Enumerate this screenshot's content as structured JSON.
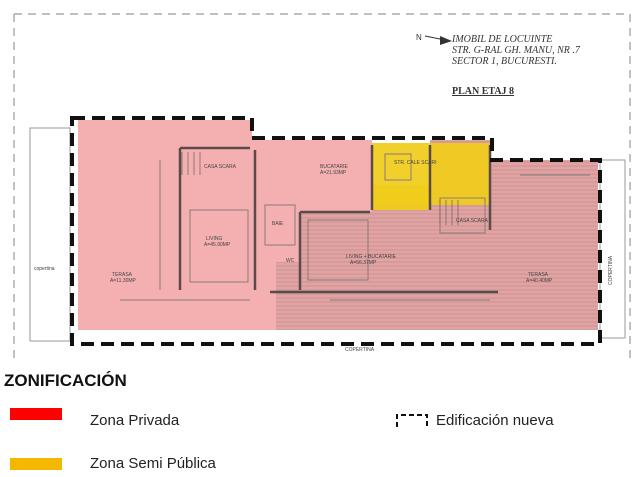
{
  "title_block": {
    "line1": "IMOBIL  DE  LOCUINTE",
    "line2": "STR. G-RAL GH. MANU, NR .7",
    "line3": "SECTOR 1, BUCURESTI."
  },
  "plan_title": "PLAN ETAJ 8",
  "rooms": {
    "dining": "CASA SCARA",
    "kitchen": "BUCATARIE",
    "kitchen_area": "A=21.93MP",
    "stair_box": "STR. CALE SCARI",
    "living": "LIVING",
    "living_area": "A=45.90MP",
    "bath": "BAIE",
    "wc": "WC",
    "living2": "LIVING + BUCATARIE",
    "living2_area": "A=56.37MP",
    "stair2": "CASA SCARA",
    "terrace_left": "TERASA",
    "terrace_left_area": "A=11.30MP",
    "terrace_right": "TERASA",
    "terrace_right_area": "A=40.40MP",
    "copertina_left": "copertina",
    "copertina_right": "COPERTINA",
    "copertina_bottom": "COPERTINA"
  },
  "legend": {
    "title": "ZONIFICACIÓN",
    "private_label": "Zona Privada",
    "semi_public_label": "Zona Semi Pública",
    "new_building_label": "Edificación nueva"
  },
  "colors": {
    "zona_privada": "#ff0000",
    "zona_semi_publica": "#f5b800",
    "zone_privada_overlay": "#f4a8a8",
    "zone_semi_overlay": "#f0c800"
  },
  "icons": {
    "north_arrow": "north-arrow-icon",
    "dashed_outline": "dashed-outline-icon"
  }
}
